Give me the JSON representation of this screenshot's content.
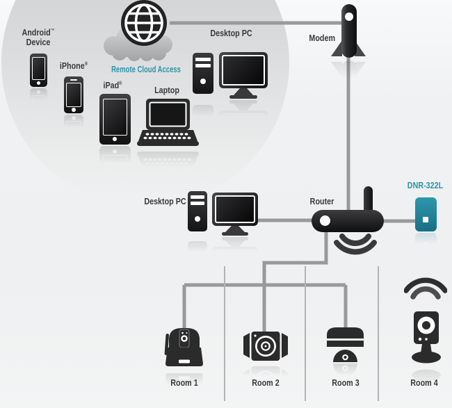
{
  "colors": {
    "accent_teal": "#2E95AA",
    "line_gray": "#98999B",
    "icon_dark": "#2B2B2C"
  },
  "cloud_zone": {
    "caption": "Remote Cloud Access"
  },
  "devices": {
    "android": {
      "line1": "Android™",
      "line2": "Device"
    },
    "iphone": {
      "label": "iPhone®"
    },
    "ipad": {
      "label": "iPad®"
    },
    "laptop": {
      "label": "Laptop"
    },
    "desktop_top": {
      "label": "Desktop PC"
    },
    "desktop_mid": {
      "label": "Desktop PC"
    },
    "modem": {
      "label": "Modem"
    },
    "router": {
      "label": "Router"
    },
    "recorder": {
      "label": "DNR-322L"
    }
  },
  "rooms": [
    {
      "label": "Room 1",
      "camera": "ptz-camera",
      "wireless": false
    },
    {
      "label": "Room 2",
      "camera": "box-camera",
      "wireless": false
    },
    {
      "label": "Room 3",
      "camera": "dome-camera",
      "wireless": false
    },
    {
      "label": "Room 4",
      "camera": "cube-camera",
      "wireless": true
    }
  ]
}
